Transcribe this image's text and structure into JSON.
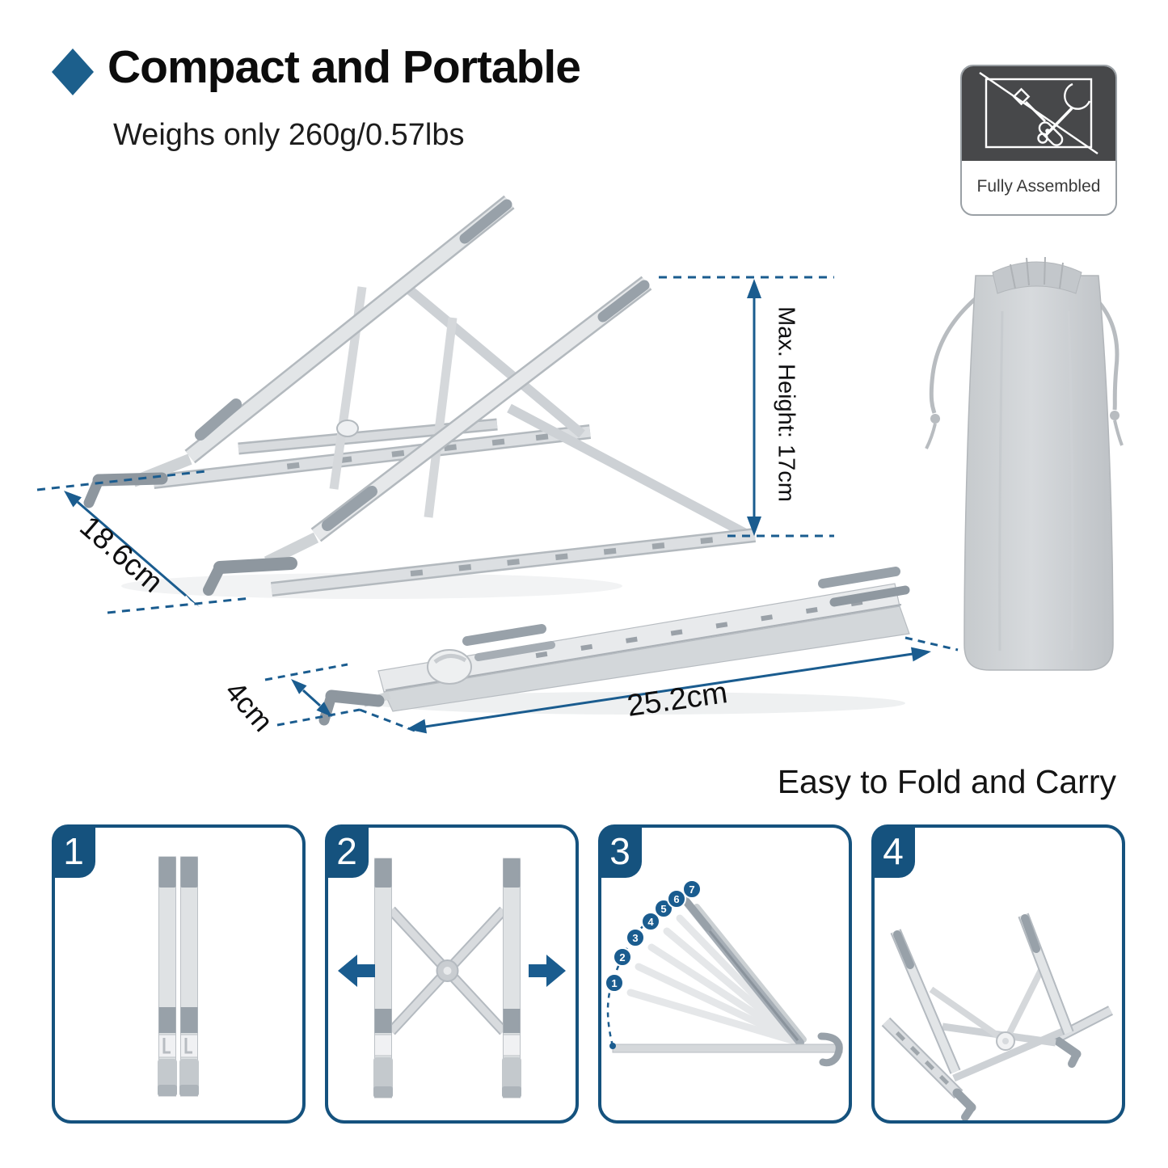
{
  "colors": {
    "accent_blue": "#1A5C8F",
    "panel_blue": "#15527E",
    "badge_dark": "#47484A",
    "silver": "#DCDFE2",
    "pad_gray": "#98A1A9"
  },
  "header": {
    "title": "Compact and Portable",
    "subtitle": "Weighs only 260g/0.57lbs"
  },
  "badge": {
    "label": "Fully Assembled"
  },
  "product": {
    "max_height_label": "Max. Height: 17cm",
    "depth_label": "18.6cm",
    "folded_thickness_label": "4cm",
    "folded_length_label": "25.2cm"
  },
  "fold_section": {
    "title": "Easy to Fold and Carry",
    "steps": [
      {
        "number": "1"
      },
      {
        "number": "2"
      },
      {
        "number": "3"
      },
      {
        "number": "4"
      }
    ],
    "angle_levels": [
      "1",
      "2",
      "3",
      "4",
      "5",
      "6",
      "7"
    ]
  }
}
